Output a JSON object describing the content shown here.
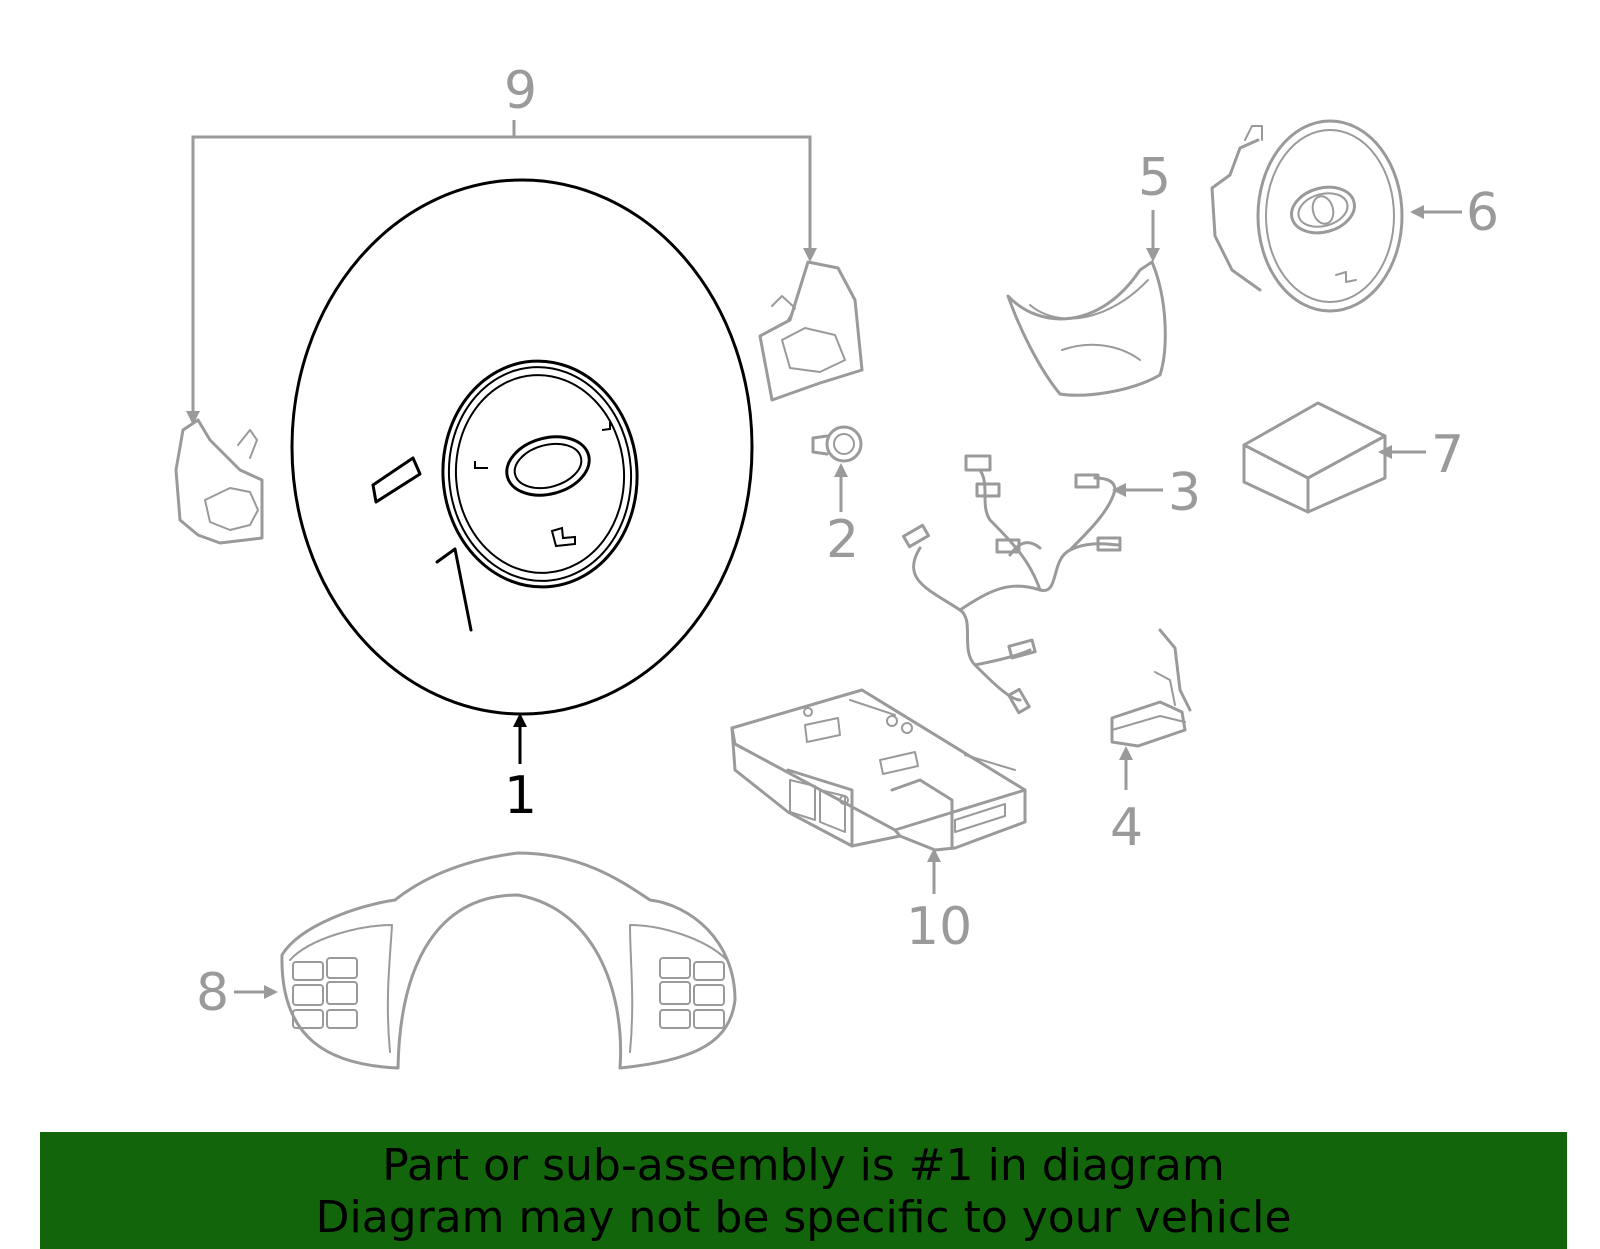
{
  "callouts": [
    {
      "id": "1",
      "label": "1",
      "highlighted": true
    },
    {
      "id": "2",
      "label": "2",
      "highlighted": false
    },
    {
      "id": "3",
      "label": "3",
      "highlighted": false
    },
    {
      "id": "4",
      "label": "4",
      "highlighted": false
    },
    {
      "id": "5",
      "label": "5",
      "highlighted": false
    },
    {
      "id": "6",
      "label": "6",
      "highlighted": false
    },
    {
      "id": "7",
      "label": "7",
      "highlighted": false
    },
    {
      "id": "8",
      "label": "8",
      "highlighted": false
    },
    {
      "id": "9",
      "label": "9",
      "highlighted": false
    },
    {
      "id": "10",
      "label": "10",
      "highlighted": false
    }
  ],
  "banner": {
    "line1": "Part or sub-assembly is #1 in diagram",
    "line2": "Diagram may not be specific to your vehicle",
    "background": "#13650b"
  },
  "colors": {
    "highlighted_part": "#000000",
    "other_parts": "#9a9a9a"
  }
}
